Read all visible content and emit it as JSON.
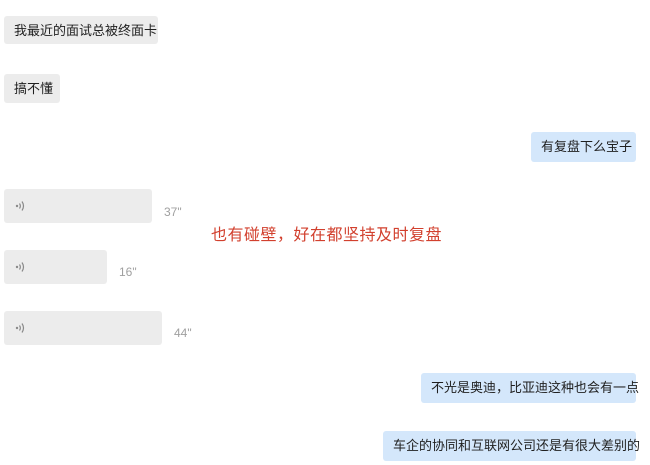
{
  "messages": [
    {
      "id": "m1",
      "side": "in",
      "type": "text",
      "text": "我最近的面试总被终面卡"
    },
    {
      "id": "m2",
      "side": "in",
      "type": "text",
      "text": "搞不懂"
    },
    {
      "id": "m3",
      "side": "out",
      "type": "text",
      "text": "有复盘下么宝子"
    },
    {
      "id": "m4",
      "side": "in",
      "type": "voice",
      "duration": "37\""
    },
    {
      "id": "m5",
      "side": "in",
      "type": "voice",
      "duration": "16\""
    },
    {
      "id": "m6",
      "side": "in",
      "type": "voice",
      "duration": "44\""
    },
    {
      "id": "m7",
      "side": "out",
      "type": "text",
      "text": "不光是奥迪，比亚迪这种也会有一点"
    },
    {
      "id": "m8",
      "side": "out",
      "type": "text",
      "text": "车企的协同和互联网公司还是有很大差别的"
    }
  ],
  "annotation": "也有碰壁，好在都坚持及时复盘",
  "icons": {
    "voice": "voice-wave-icon"
  },
  "colors": {
    "incoming_bubble": "#ececec",
    "outgoing_bubble": "#d4e7fb",
    "annotation_text": "#d2402e",
    "duration_text": "#a0a0a0"
  }
}
